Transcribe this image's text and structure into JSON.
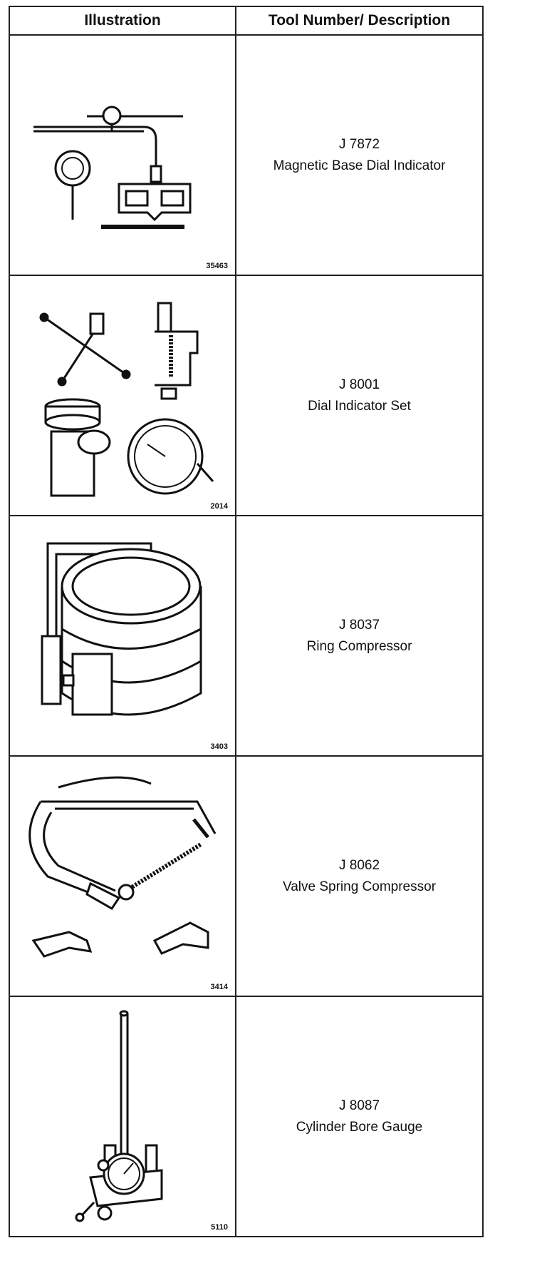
{
  "table": {
    "headers": [
      "Illustration",
      "Tool Number/ Description"
    ],
    "rows": [
      {
        "figure": "35463",
        "number": "J 7872",
        "description": "Magnetic Base Dial Indicator"
      },
      {
        "figure": "2014",
        "number": "J 8001",
        "description": "Dial Indicator Set"
      },
      {
        "figure": "3403",
        "number": "J 8037",
        "description": "Ring Compressor"
      },
      {
        "figure": "3414",
        "number": "J 8062",
        "description": "Valve Spring Compressor"
      },
      {
        "figure": "5110",
        "number": "J 8087",
        "description": "Cylinder Bore Gauge"
      }
    ]
  }
}
